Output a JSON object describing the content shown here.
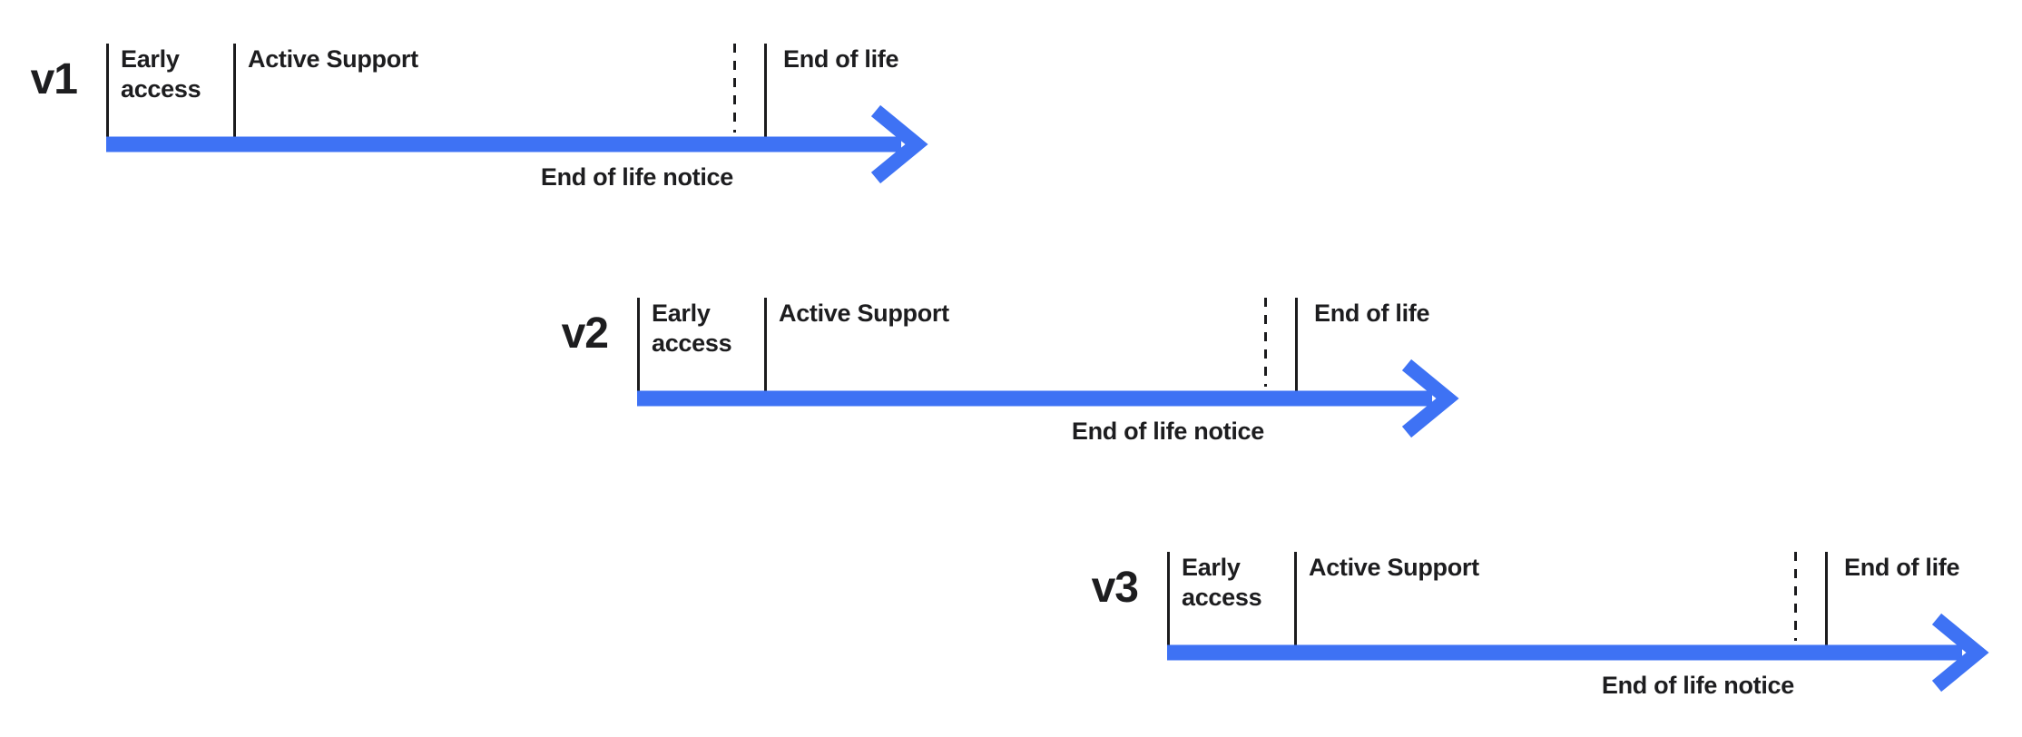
{
  "diagram": {
    "accent_color": "#3E72F4",
    "text_color": "#1D1D1F",
    "tick_color": "#1B1B1D",
    "arrow_icon": "arrow-right"
  },
  "rows": [
    {
      "version": "v1",
      "early_access_label": "Early\naccess",
      "active_support_label": "Active Support",
      "end_of_life_label": "End of life",
      "end_of_life_notice_label": "End of life notice"
    },
    {
      "version": "v2",
      "early_access_label": "Early\naccess",
      "active_support_label": "Active Support",
      "end_of_life_label": "End of life",
      "end_of_life_notice_label": "End of life notice"
    },
    {
      "version": "v3",
      "early_access_label": "Early\naccess",
      "active_support_label": "Active Support",
      "end_of_life_label": "End of life",
      "end_of_life_notice_label": "End of life notice"
    }
  ]
}
